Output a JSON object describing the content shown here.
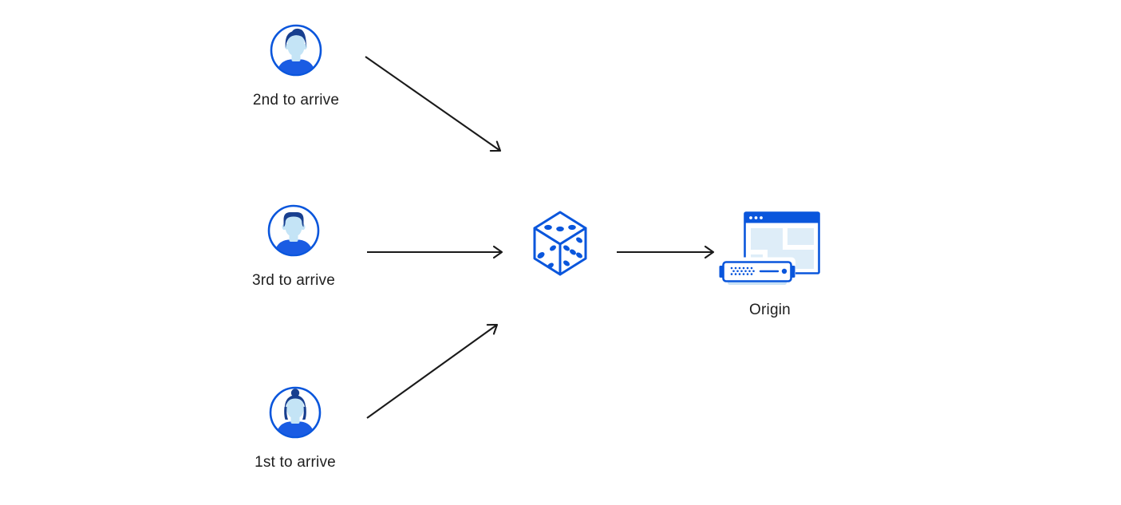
{
  "colors": {
    "background": "#FFFFFF",
    "primary_blue": "#0A56DC",
    "hair_navy": "#183F8F",
    "skin_blue": "#C4E4F6",
    "shirt_blue": "#1A5CE3",
    "panel_blue": "#DEEDF8",
    "server_base_blue": "#C9E2F5",
    "arrow_black": "#1A1A1A",
    "text_color": "#1E1E1E"
  },
  "nodes": {
    "clients": [
      {
        "id": "client-2nd",
        "label": "2nd to arrive",
        "icon": "user-avatar-icon"
      },
      {
        "id": "client-3rd",
        "label": "3rd to arrive",
        "icon": "user-avatar-icon"
      },
      {
        "id": "client-1st",
        "label": "1st to arrive",
        "icon": "user-avatar-icon"
      }
    ],
    "randomizer": {
      "id": "randomizer",
      "icon": "dice-icon"
    },
    "origin": {
      "id": "origin",
      "label": "Origin",
      "icon": "origin-server-icon"
    }
  },
  "edges": [
    {
      "from": "client-2nd",
      "to": "randomizer"
    },
    {
      "from": "client-3rd",
      "to": "randomizer"
    },
    {
      "from": "client-1st",
      "to": "randomizer"
    },
    {
      "from": "randomizer",
      "to": "origin"
    }
  ]
}
